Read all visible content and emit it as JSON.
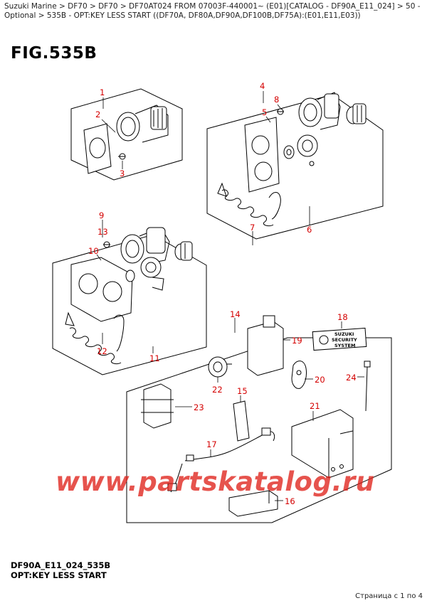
{
  "breadcrumb": "Suzuki Marine > DF70 > DF70 > DF70AT024 FROM 07003F-440001~ (E01)[CATALOG - DF90A_E11_024] > 50 - Optional > 535B - OPT:KEY LESS START ((DF70A, DF80A,DF90A,DF100B,DF75A):(E01,E11,E03))",
  "figure_title": "FIG.535B",
  "callouts": {
    "c1": "1",
    "c2": "2",
    "c3": "3",
    "c4": "4",
    "c5": "5",
    "c6": "6",
    "c7": "7",
    "c8": "8",
    "c9": "9",
    "c10": "10",
    "c11": "11",
    "c12": "12",
    "c13": "13",
    "c14": "14",
    "c15": "15",
    "c16": "16",
    "c17": "17",
    "c18": "18",
    "c19": "19",
    "c20": "20",
    "c21": "21",
    "c22": "22",
    "c23": "23",
    "c24": "24"
  },
  "label_sticker": {
    "line1": "SUZUKI",
    "line2": "SECURITY",
    "line3": "SYSTEM"
  },
  "watermark": "www.partskatalog.ru",
  "footer": {
    "code": "DF90A_E11_024_535B",
    "description": "OPT:KEY LESS START"
  },
  "page_counter": "Страница с 1 по 4",
  "colors": {
    "callout": "#d40000",
    "watermark": "#e0231c",
    "line": "#000000"
  }
}
